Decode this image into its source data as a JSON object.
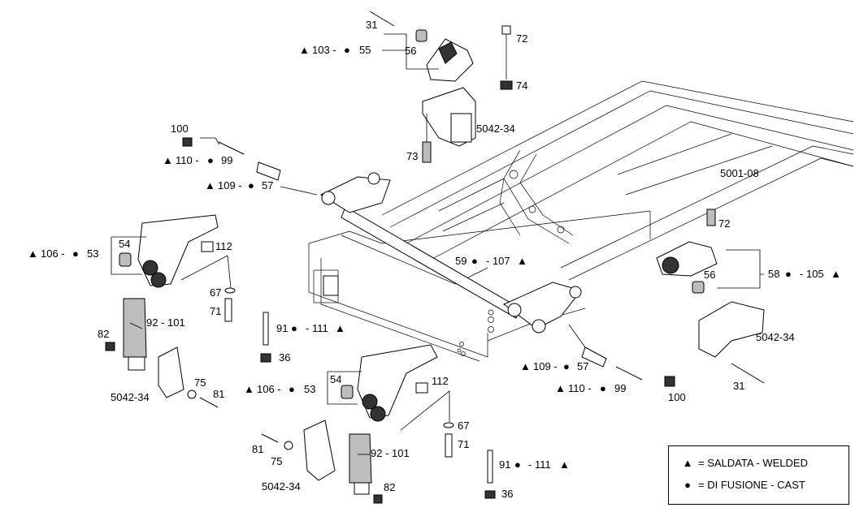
{
  "diagram_code": "5001-08",
  "symbols": {
    "welded": "▲",
    "cast": "●"
  },
  "legend": {
    "welded_text": "= SALDATA - WELDED",
    "cast_text": "= DI FUSIONE - CAST"
  },
  "labels": {
    "p31_top": "31",
    "p56_top": "56",
    "p103": "103 -",
    "p55": "55",
    "p72_top": "72",
    "p74": "74",
    "p5042_top": "5042-34",
    "p73": "73",
    "p100_left": "100",
    "p110_left": "110 -",
    "p99_left": "99",
    "p109_left": "109 -",
    "p57_left": "57",
    "p54_left": "54",
    "p106_left": "106 -",
    "p53_left": "53",
    "p112_left": "112",
    "p67_left": "67",
    "p71_left": "71",
    "p82_left": "82",
    "p92_left": "92 - 101",
    "p5042_left": "5042-34",
    "p75_left": "75",
    "p81_left": "81",
    "p59": "59",
    "p107": "- 107",
    "p91_left": "91",
    "p111_left": "- 111",
    "p36_left": "36",
    "p54_mid": "54",
    "p106_mid": "106 -",
    "p53_mid": "53",
    "p112_mid": "112",
    "p67_mid": "67",
    "p71_mid": "71",
    "p81_bot": "81",
    "p75_bot": "75",
    "p5042_bot": "5042-34",
    "p92_bot": "92 - 101",
    "p82_bot": "82",
    "p91_bot": "91",
    "p111_bot": "- 111",
    "p36_bot": "36",
    "p72_right": "72",
    "p56_right": "56",
    "p58": "58",
    "p105": "- 105",
    "p5042_right": "5042-34",
    "p31_right": "31",
    "p109_right": "109 -",
    "p57_right": "57",
    "p110_right": "110 -",
    "p99_right": "99",
    "p100_right": "100"
  }
}
